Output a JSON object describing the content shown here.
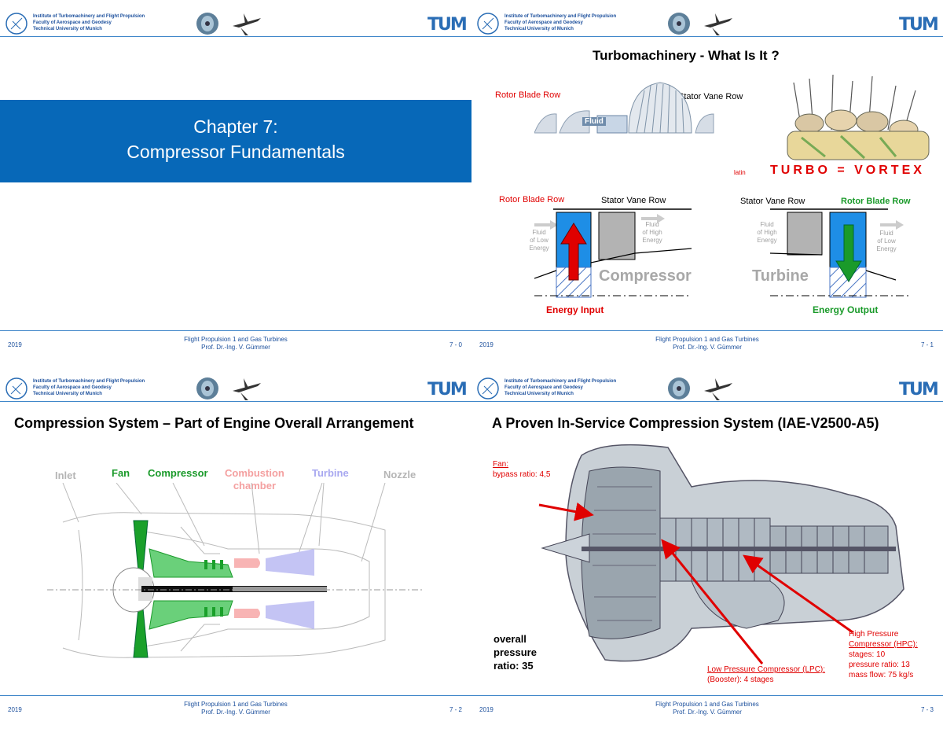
{
  "header": {
    "institute_lines": [
      "Institute of Turbomachinery and Flight Propulsion",
      "Faculty of Aerospace and Geodesy",
      "Technical University of Munich"
    ],
    "tum_logo": "TUM",
    "logo_icon": "university-seal-icon",
    "turbine_icon": "turbofan-icon",
    "aircraft_icon": "aircraft-icon"
  },
  "footer": {
    "year": "2019",
    "course": "Flight Propulsion 1 and Gas Turbines",
    "lecturer": "Prof. Dr.-Ing. V. Gümmer"
  },
  "slides": [
    {
      "page": "7 - 0",
      "title_line1": "Chapter 7:",
      "title_line2": "Compressor Fundamentals"
    },
    {
      "page": "7 - 1",
      "title": "Turbomachinery  -  What Is It ?",
      "top_rotor": "Rotor Blade Row",
      "top_stator": "Stator Vane Row",
      "fluid": "Fluid",
      "latin": "latin",
      "turbo": "TURBO = VORTEX",
      "comp_rotor": "Rotor Blade Row",
      "comp_stator": "Stator Vane Row",
      "turb_stator": "Stator Vane Row",
      "turb_rotor": "Rotor Blade Row",
      "fluid_low": [
        "Fluid",
        "of Low",
        "Energy"
      ],
      "fluid_high": [
        "Fluid",
        "of High",
        "Energy"
      ],
      "compressor": "Compressor",
      "turbine": "Turbine",
      "energy_input": "Energy Input",
      "energy_output": "Energy Output"
    },
    {
      "page": "7 - 2",
      "title": "Compression System – Part of Engine Overall Arrangement",
      "inlet": "Inlet",
      "fan": "Fan",
      "compressor": "Compressor",
      "combustion": [
        "Combustion",
        "chamber"
      ],
      "turbine": "Turbine",
      "nozzle": "Nozzle"
    },
    {
      "page": "7 - 3",
      "title": "A Proven In-Service Compression System (IAE-V2500-A5)",
      "fan": [
        "Fan:",
        "bypass ratio: 4,5"
      ],
      "opr": [
        "overall",
        "pressure",
        "ratio: 35"
      ],
      "lpc": [
        "Low Pressure Compressor (LPC):",
        "(Booster): 4 stages"
      ],
      "hpc": [
        "High Pressure",
        "Compressor (HPC):",
        "stages: 10",
        "pressure ratio: 13",
        "mass flow: 75 kg/s"
      ]
    }
  ]
}
